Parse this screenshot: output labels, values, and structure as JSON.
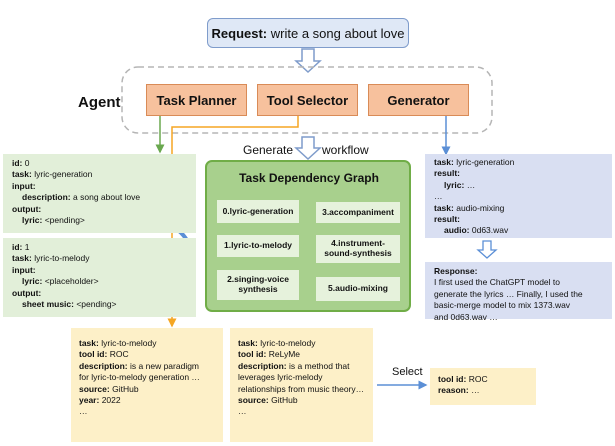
{
  "request": {
    "label": "Request:",
    "text": "write a song about love"
  },
  "agent": {
    "label": "Agent",
    "components": [
      "Task Planner",
      "Tool Selector",
      "Generator"
    ]
  },
  "generate_label": "Generate",
  "workflow_label": "workflow",
  "graph": {
    "title": "Task Dependency Graph",
    "nodes": {
      "n0": "0.lyric-generation",
      "n1": "1.lyric-to-melody",
      "n2a": "2.singing-voice",
      "n2b": "synthesis",
      "n3": "3.accompaniment",
      "n4a": "4.instrument-",
      "n4b": "sound-synthesis",
      "n5": "5.audio-mixing"
    }
  },
  "task0": {
    "id_label": "id:",
    "id_value": "0",
    "task_label": "task:",
    "task_value": "lyric-generation",
    "input_label": "input:",
    "desc_label": "description:",
    "desc_value": "a song about love",
    "output_label": "output:",
    "lyric_label": "lyric:",
    "lyric_value": "<pending>"
  },
  "task1": {
    "id_label": "id:",
    "id_value": "1",
    "task_label": "task:",
    "task_value": "lyric-to-melody",
    "input_label": "input:",
    "lyric_label": "lyric:",
    "lyric_value": "<placeholder>",
    "output_label": "output:",
    "sheet_label": "sheet music:",
    "sheet_value": "<pending>"
  },
  "results": {
    "task1_label": "task:",
    "task1_value": "lyric-generation",
    "result1_label": "result:",
    "lyric_label": "lyric:",
    "lyric_value": "…",
    "ellipsis": "…",
    "task2_label": "task:",
    "task2_value": "audio-mixing",
    "result2_label": "result:",
    "audio_label": "audio:",
    "audio_value": "0d63.wav"
  },
  "response": {
    "label": "Response:",
    "lines": [
      "I first used the ChatGPT model to",
      "generate the lyrics … Finally, I used the",
      "basic-merge model to mix 1373.wav",
      "and 0d63.wav …"
    ]
  },
  "tool1": {
    "task_label": "task:",
    "task_value": "lyric-to-melody",
    "tool_label": "tool id:",
    "tool_value": "ROC",
    "desc_label": "description:",
    "desc_value": "is a new paradigm",
    "desc_line2": "for lyric-to-melody generation …",
    "source_label": "source:",
    "source_value": "GitHub",
    "year_label": "year:",
    "year_value": "2022",
    "ellipsis": "…"
  },
  "tool2": {
    "task_label": "task:",
    "task_value": "lyric-to-melody",
    "tool_label": "tool id:",
    "tool_value": "ReLyMe",
    "desc_label": "description:",
    "desc_value": "is a method that",
    "desc_line2": "leverages lyric-melody",
    "desc_line3": "relationships from music theory…",
    "source_label": "source:",
    "source_value": "GitHub",
    "ellipsis": "…"
  },
  "select_label": "Select",
  "selection": {
    "tool_label": "tool id:",
    "tool_value": "ROC",
    "reason_label": "reason:",
    "reason_value": "…"
  },
  "colors": {
    "agent_fill": "#f7c19d",
    "request_fill": "#dfe8f6",
    "graph_fill": "#a8d08d",
    "green_panel": "#e2efd9",
    "blue_panel": "#d9dff2",
    "yellow_panel": "#fdf0c8",
    "arrow_orange": "#f5a623",
    "arrow_blue": "#5b8fd6",
    "arrow_green": "#6aa84f"
  }
}
